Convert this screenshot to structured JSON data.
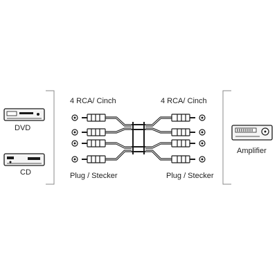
{
  "devices": {
    "dvd": {
      "label": "DVD",
      "icon": "dvd-player-icon"
    },
    "cd": {
      "label": "CD",
      "icon": "cd-player-icon"
    },
    "amplifier": {
      "label": "Amplifier",
      "icon": "amplifier-icon"
    }
  },
  "cable": {
    "left_header": "4 RCA/ Cinch",
    "right_header": "4 RCA/ Cinch",
    "left_footer": "Plug / Stecker",
    "right_footer": "Plug / Stecker",
    "connector_count": 4
  },
  "colors": {
    "line": "#1a1a1a",
    "bracket": "#888888",
    "device_fill": "#f4f4f4"
  }
}
